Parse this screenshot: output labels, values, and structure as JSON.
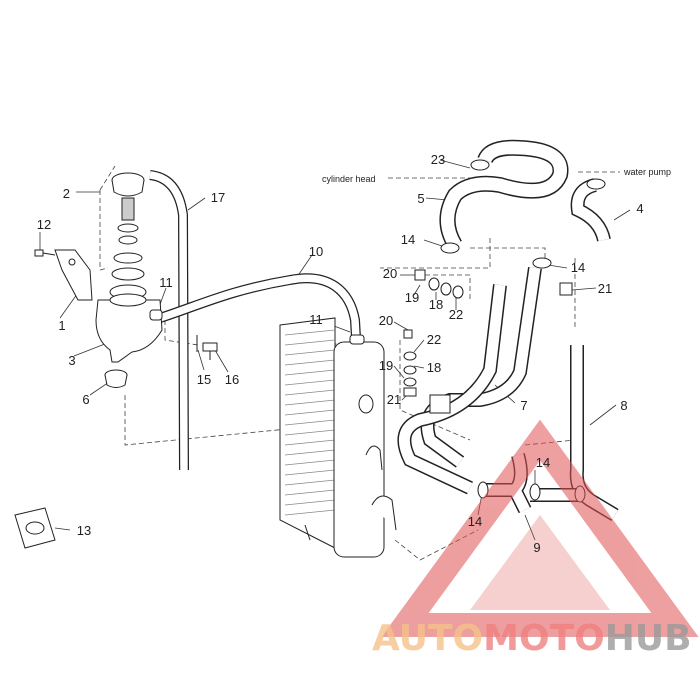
{
  "labels": {
    "n1": "1",
    "n2": "2",
    "n3": "3",
    "n4": "4",
    "n5": "5",
    "n6": "6",
    "n7": "7",
    "n8": "8",
    "n9": "9",
    "n10": "10",
    "n11a": "11",
    "n11b": "11",
    "n12": "12",
    "n13": "13",
    "n14a": "14",
    "n14b": "14",
    "n14c": "14",
    "n14d": "14",
    "n15": "15",
    "n16": "16",
    "n17": "17",
    "n18a": "18",
    "n18b": "18",
    "n19a": "19",
    "n19b": "19",
    "n20a": "20",
    "n20b": "20",
    "n21a": "21",
    "n21b": "21",
    "n22a": "22",
    "n22b": "22",
    "n23": "23"
  },
  "notes": {
    "cylinder_head": "cylinder head",
    "water_pump": "water pump"
  },
  "watermark": {
    "part1": "AUTO",
    "part2": "MOTO",
    "part3": "HUB",
    "color1": "#f5c28a",
    "color2": "#f08080",
    "color3": "#9a9a9a"
  }
}
